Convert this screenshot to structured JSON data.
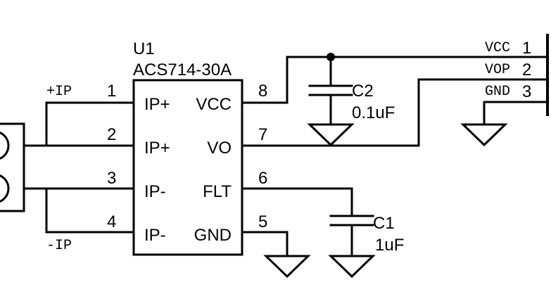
{
  "ic": {
    "ref": "U1",
    "part": "ACS714-30A",
    "left_pins": [
      {
        "num": "1",
        "name": "IP+"
      },
      {
        "num": "2",
        "name": "IP+"
      },
      {
        "num": "3",
        "name": "IP-"
      },
      {
        "num": "4",
        "name": "IP-"
      }
    ],
    "right_pins": [
      {
        "num": "8",
        "name": "VCC"
      },
      {
        "num": "7",
        "name": "VO"
      },
      {
        "num": "6",
        "name": "FLT"
      },
      {
        "num": "5",
        "name": "GND"
      }
    ]
  },
  "net_labels": {
    "plus": "+IP",
    "minus": "-IP"
  },
  "capacitors": [
    {
      "ref": "C2",
      "value": "0.1uF"
    },
    {
      "ref": "C1",
      "value": "1uF"
    }
  ],
  "header": {
    "pins": [
      {
        "name": "VCC",
        "num": "1"
      },
      {
        "name": "VOP",
        "num": "2"
      },
      {
        "name": "GND",
        "num": "3"
      }
    ]
  }
}
